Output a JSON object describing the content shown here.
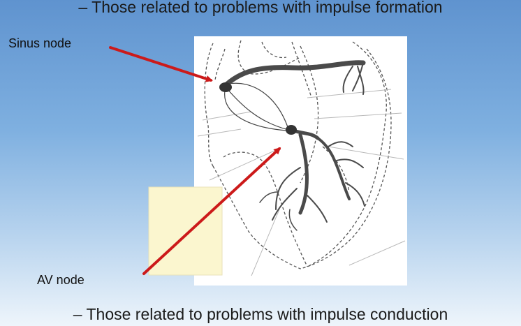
{
  "bullets": {
    "top": "– Those related to problems with impulse formation",
    "bottom": "– Those related to problems with impulse conduction"
  },
  "labels": {
    "sinus_node": "Sinus node",
    "av_node": "AV node"
  },
  "colors": {
    "arrow": "#cc1a1a",
    "conduction_path": "#4a4a4a",
    "note_box": "#fbf6cf",
    "panel": "#ffffff"
  }
}
